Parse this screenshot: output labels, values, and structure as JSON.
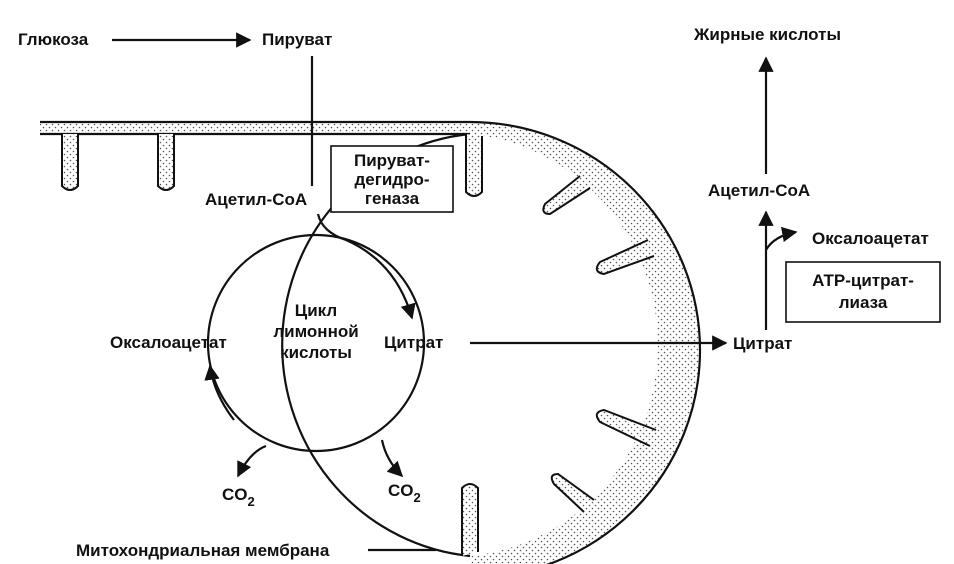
{
  "labels": {
    "glucose": "Глюкоза",
    "pyruvate": "Пируват",
    "fatty_acids": "Жирные кислоты",
    "acetyl_coa_mito": "Ацетил-СоА",
    "acetyl_coa_cyto": "Ацетил-СоА",
    "oxaloacetate_mito": "Оксалоацетат",
    "oxaloacetate_cyto": "Оксалоацетат",
    "citrate_mito": "Цитрат",
    "citrate_cyto": "Цитрат",
    "co2": "CO",
    "co2_sub": "2",
    "membrane": "Митохондриальная мембрана"
  },
  "cycle_label": [
    "Цикл",
    "лимонной",
    "кислоты"
  ],
  "enzymes": {
    "pdh": [
      "Пируват-",
      "дегидро-",
      "геназа"
    ],
    "acl": [
      "АТР-цитрат-",
      "лиаза"
    ]
  }
}
